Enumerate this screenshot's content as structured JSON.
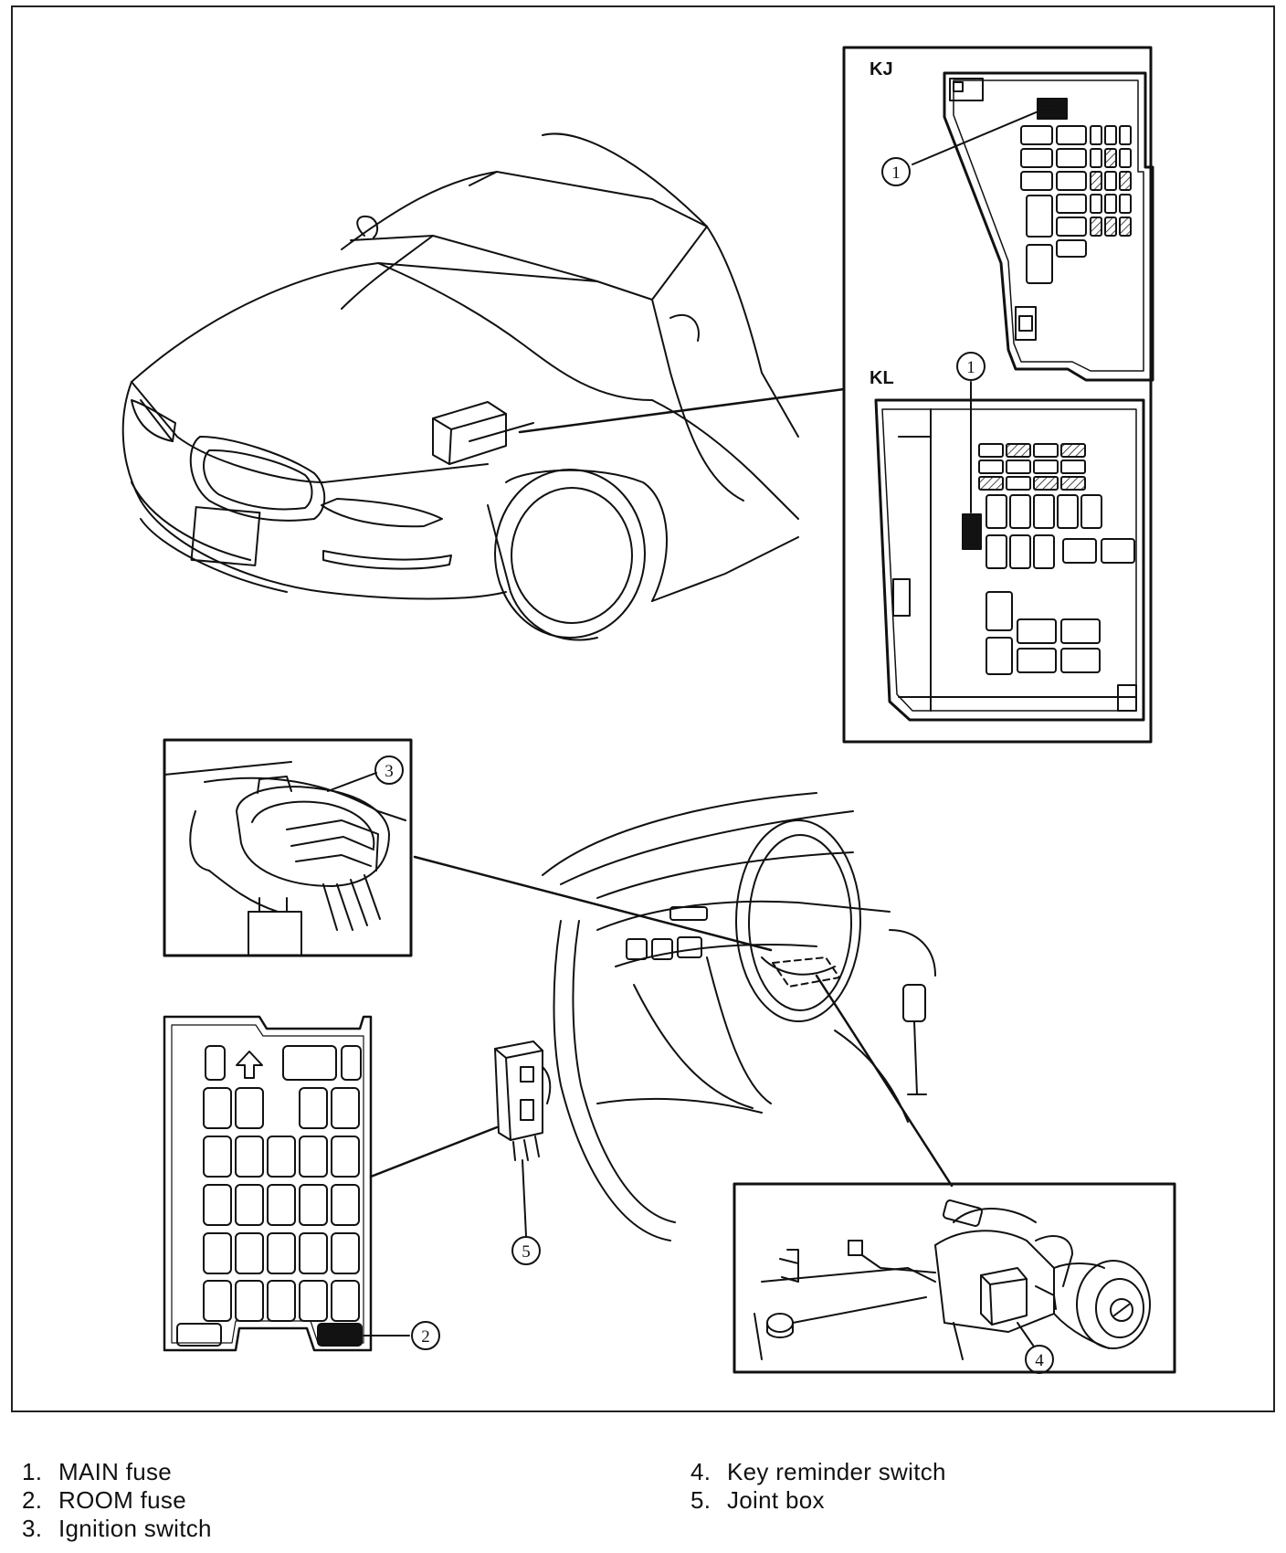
{
  "diagram": {
    "inset_labels": {
      "kj": "KJ",
      "kl": "KL"
    },
    "callouts": {
      "c1": "1",
      "c2": "2",
      "c3": "3",
      "c4": "4",
      "c5": "5"
    }
  },
  "legend": {
    "left": [
      {
        "number": "1.",
        "text": "MAIN fuse"
      },
      {
        "number": "2.",
        "text": "ROOM fuse"
      },
      {
        "number": "3.",
        "text": "Ignition switch"
      }
    ],
    "right": [
      {
        "number": "4.",
        "text": "Key reminder switch"
      },
      {
        "number": "5.",
        "text": "Joint box"
      }
    ]
  }
}
